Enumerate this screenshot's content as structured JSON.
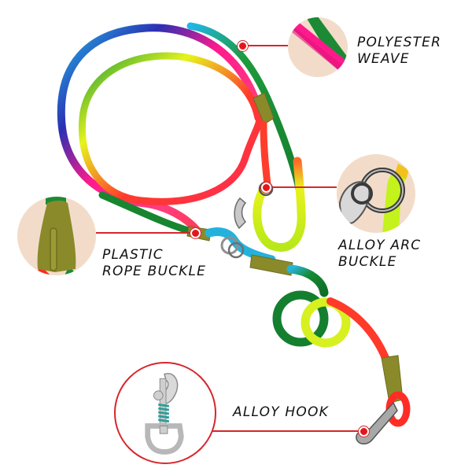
{
  "image": {
    "description": "Rainbow nylon rope dog leash product feature diagram with magnified callouts",
    "background": "#ffffff"
  },
  "callouts": [
    {
      "id": "polyester-weave",
      "label": "POLYESTER\nWEAVE",
      "detail": "pink braided rope close-up"
    },
    {
      "id": "alloy-arc-buckle",
      "label": "ALLOY ARC\nBUCKLE",
      "detail": "metal ring with yellow-green rope close-up"
    },
    {
      "id": "plastic-rope-buckle",
      "label": "PLASTIC\nROPE BUCKLE",
      "detail": "olive plastic sleeve close-up"
    },
    {
      "id": "alloy-hook",
      "label": "ALLOY HOOK",
      "detail": "silver swivel snap hook with teal spring"
    }
  ],
  "colors": {
    "callout_line": "#d6262b",
    "callout_dot": "#e3161c",
    "callout_bg": "#f2dcc9",
    "buckle_olive": "#8a8a2a",
    "label_text": "#111111"
  }
}
